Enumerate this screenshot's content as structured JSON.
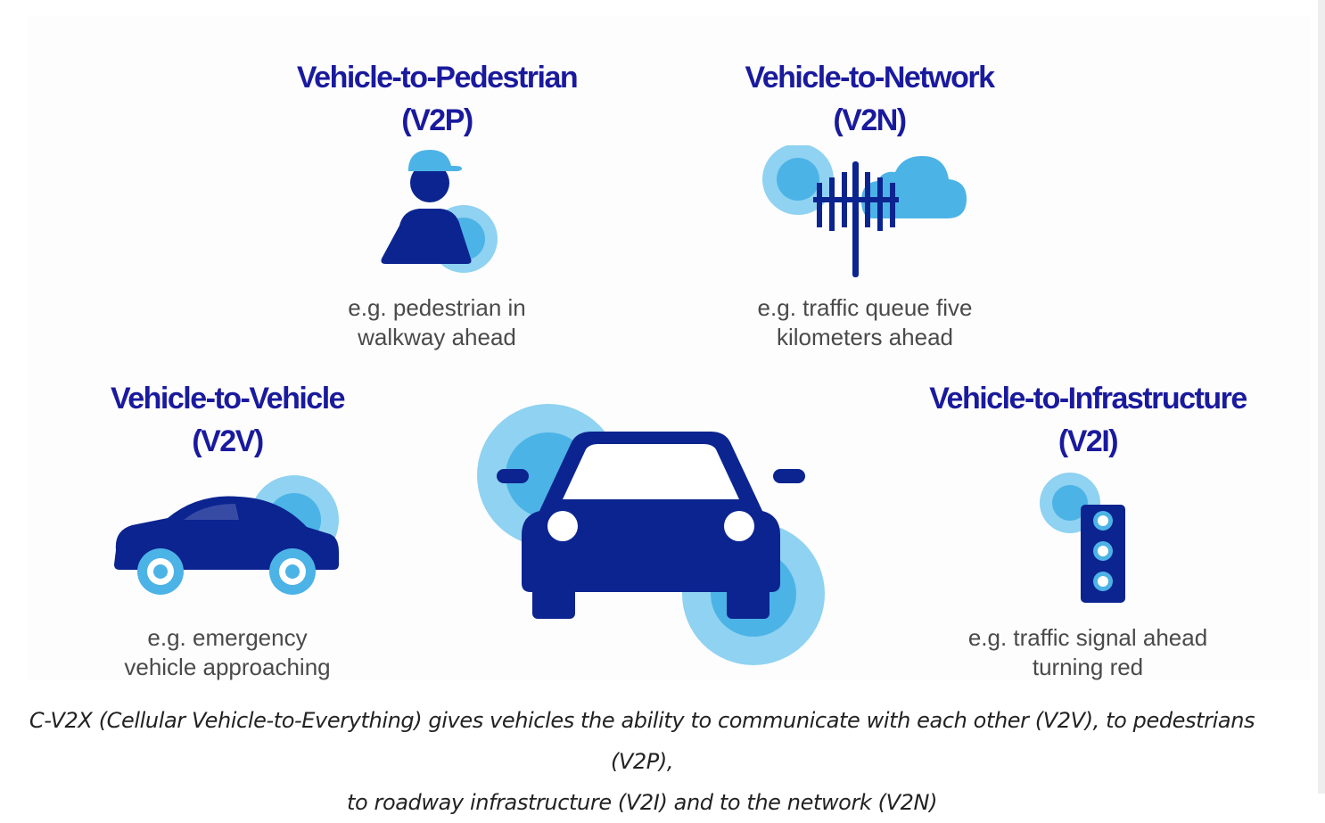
{
  "colors": {
    "navy": "#0b2490",
    "light_blue": "#8fd2f1",
    "mid_blue": "#4cb3e6",
    "title_blue": "#1a1a9e"
  },
  "v2p": {
    "title_line1": "Vehicle-to-Pedestrian",
    "title_line2": "(V2P)",
    "example_line1": "e.g. pedestrian in",
    "example_line2": "walkway ahead",
    "icon": "pedestrian-icon"
  },
  "v2n": {
    "title_line1": "Vehicle-to-Network",
    "title_line2": "(V2N)",
    "example_line1": "e.g. traffic queue five",
    "example_line2": "kilometers ahead",
    "icon": "cell-tower-cloud-icon"
  },
  "v2v": {
    "title_line1": "Vehicle-to-Vehicle",
    "title_line2": "(V2V)",
    "example_line1": "e.g. emergency",
    "example_line2": "vehicle approaching",
    "icon": "side-car-icon"
  },
  "v2i": {
    "title_line1": "Vehicle-to-Infrastructure",
    "title_line2": "(V2I)",
    "example_line1": "e.g. traffic signal ahead",
    "example_line2": "turning red",
    "icon": "traffic-light-icon"
  },
  "center": {
    "icon": "front-car-icon"
  },
  "caption": {
    "line1": "C-V2X (Cellular Vehicle-to-Everything) gives vehicles the ability to communicate with each other (V2V), to pedestrians (V2P),",
    "line2": "to roadway infrastructure (V2I) and to the network (V2N)"
  }
}
